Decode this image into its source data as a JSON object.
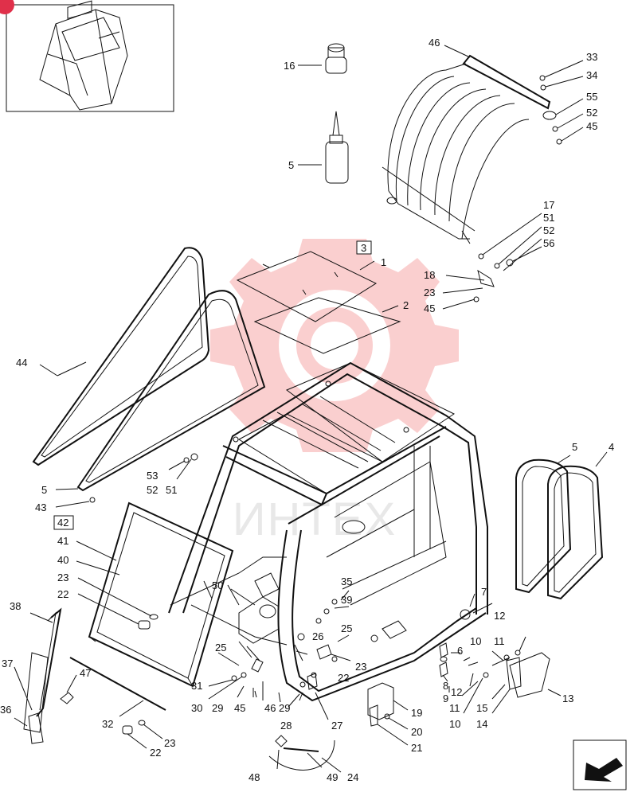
{
  "diagram": {
    "labels": [
      {
        "id": "l16",
        "text": "16"
      },
      {
        "id": "l5a",
        "text": "5"
      },
      {
        "id": "l46top",
        "text": "46"
      },
      {
        "id": "l33",
        "text": "33"
      },
      {
        "id": "l34",
        "text": "34"
      },
      {
        "id": "l55",
        "text": "55"
      },
      {
        "id": "l52a",
        "text": "52"
      },
      {
        "id": "l45a",
        "text": "45"
      },
      {
        "id": "l17",
        "text": "17"
      },
      {
        "id": "l51a",
        "text": "51"
      },
      {
        "id": "l52b",
        "text": "52"
      },
      {
        "id": "l56",
        "text": "56"
      },
      {
        "id": "l18",
        "text": "18"
      },
      {
        "id": "l23a",
        "text": "23"
      },
      {
        "id": "l45b",
        "text": "45"
      },
      {
        "id": "l3",
        "text": "3"
      },
      {
        "id": "l1",
        "text": "1"
      },
      {
        "id": "l2",
        "text": "2"
      },
      {
        "id": "l44",
        "text": "44"
      },
      {
        "id": "l53",
        "text": "53"
      },
      {
        "id": "l52c",
        "text": "52"
      },
      {
        "id": "l51b",
        "text": "51"
      },
      {
        "id": "l5b",
        "text": "5"
      },
      {
        "id": "l43",
        "text": "43"
      },
      {
        "id": "l5c",
        "text": "5"
      },
      {
        "id": "l4",
        "text": "4"
      },
      {
        "id": "l42",
        "text": "42"
      },
      {
        "id": "l41",
        "text": "41"
      },
      {
        "id": "l40",
        "text": "40"
      },
      {
        "id": "l23b",
        "text": "23"
      },
      {
        "id": "l22a",
        "text": "22"
      },
      {
        "id": "l38",
        "text": "38"
      },
      {
        "id": "l50",
        "text": "50"
      },
      {
        "id": "l35",
        "text": "35"
      },
      {
        "id": "l39",
        "text": "39"
      },
      {
        "id": "l7",
        "text": "7"
      },
      {
        "id": "l12a",
        "text": "12"
      },
      {
        "id": "l25a",
        "text": "25"
      },
      {
        "id": "l25b",
        "text": "25"
      },
      {
        "id": "l26",
        "text": "26"
      },
      {
        "id": "l23c",
        "text": "23"
      },
      {
        "id": "l6",
        "text": "6"
      },
      {
        "id": "l10a",
        "text": "10"
      },
      {
        "id": "l11a",
        "text": "11"
      },
      {
        "id": "l37",
        "text": "37"
      },
      {
        "id": "l47",
        "text": "47"
      },
      {
        "id": "l22b",
        "text": "22"
      },
      {
        "id": "l8",
        "text": "8"
      },
      {
        "id": "l9",
        "text": "9"
      },
      {
        "id": "l12b",
        "text": "12"
      },
      {
        "id": "l13",
        "text": "13"
      },
      {
        "id": "l31",
        "text": "31"
      },
      {
        "id": "l30",
        "text": "30"
      },
      {
        "id": "l29a",
        "text": "29"
      },
      {
        "id": "l45c",
        "text": "45"
      },
      {
        "id": "l46b",
        "text": "46"
      },
      {
        "id": "l29b",
        "text": "29"
      },
      {
        "id": "l11b",
        "text": "11"
      },
      {
        "id": "l15",
        "text": "15"
      },
      {
        "id": "l36",
        "text": "36"
      },
      {
        "id": "l32",
        "text": "32"
      },
      {
        "id": "l28",
        "text": "28"
      },
      {
        "id": "l27",
        "text": "27"
      },
      {
        "id": "l19",
        "text": "19"
      },
      {
        "id": "l10b",
        "text": "10"
      },
      {
        "id": "l14",
        "text": "14"
      },
      {
        "id": "l20",
        "text": "20"
      },
      {
        "id": "l23d",
        "text": "23"
      },
      {
        "id": "l22c",
        "text": "22"
      },
      {
        "id": "l21",
        "text": "21"
      },
      {
        "id": "l48",
        "text": "48"
      },
      {
        "id": "l49",
        "text": "49"
      },
      {
        "id": "l24",
        "text": "24"
      }
    ]
  },
  "watermark": {
    "text": "ИНТЕХ",
    "color": "#f08080"
  },
  "colors": {
    "line": "#111111",
    "watermark_gear": "#f7a8a8",
    "badge": "#e0304a"
  }
}
